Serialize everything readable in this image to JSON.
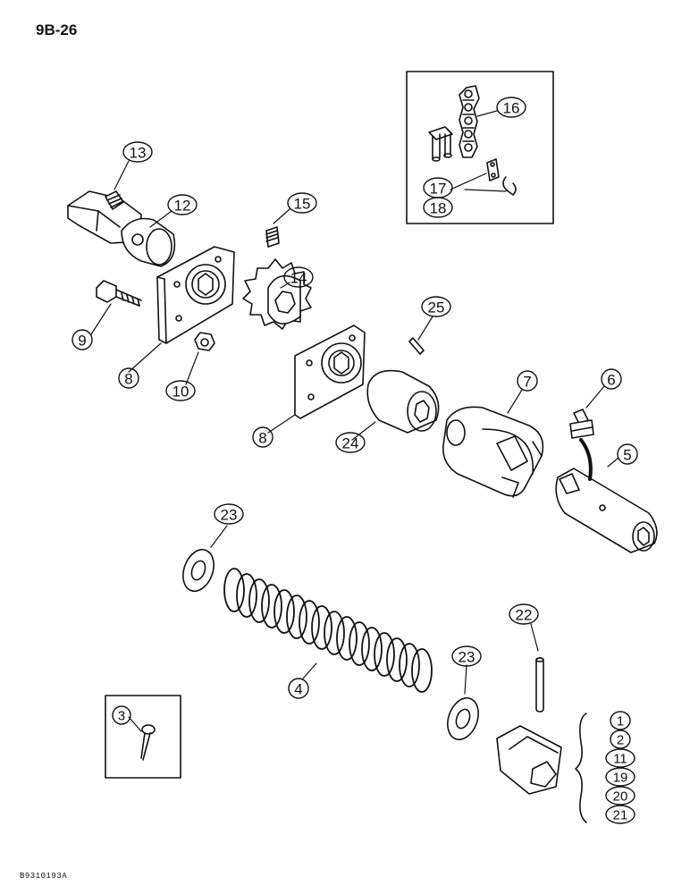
{
  "page_number": "9B-26",
  "figure_code": "B9310193A",
  "callouts": {
    "c1": "1",
    "c2": "2",
    "c3": "3",
    "c4": "4",
    "c5": "5",
    "c6": "6",
    "c7": "7",
    "c8a": "8",
    "c8b": "8",
    "c9": "9",
    "c10": "10",
    "c11": "11",
    "c12": "12",
    "c13": "13",
    "c14": "14",
    "c15": "15",
    "c16": "16",
    "c17": "17",
    "c18": "18",
    "c19": "19",
    "c20": "20",
    "c21": "21",
    "c22": "22",
    "c23a": "23",
    "c23b": "23",
    "c24": "24",
    "c25": "25"
  }
}
